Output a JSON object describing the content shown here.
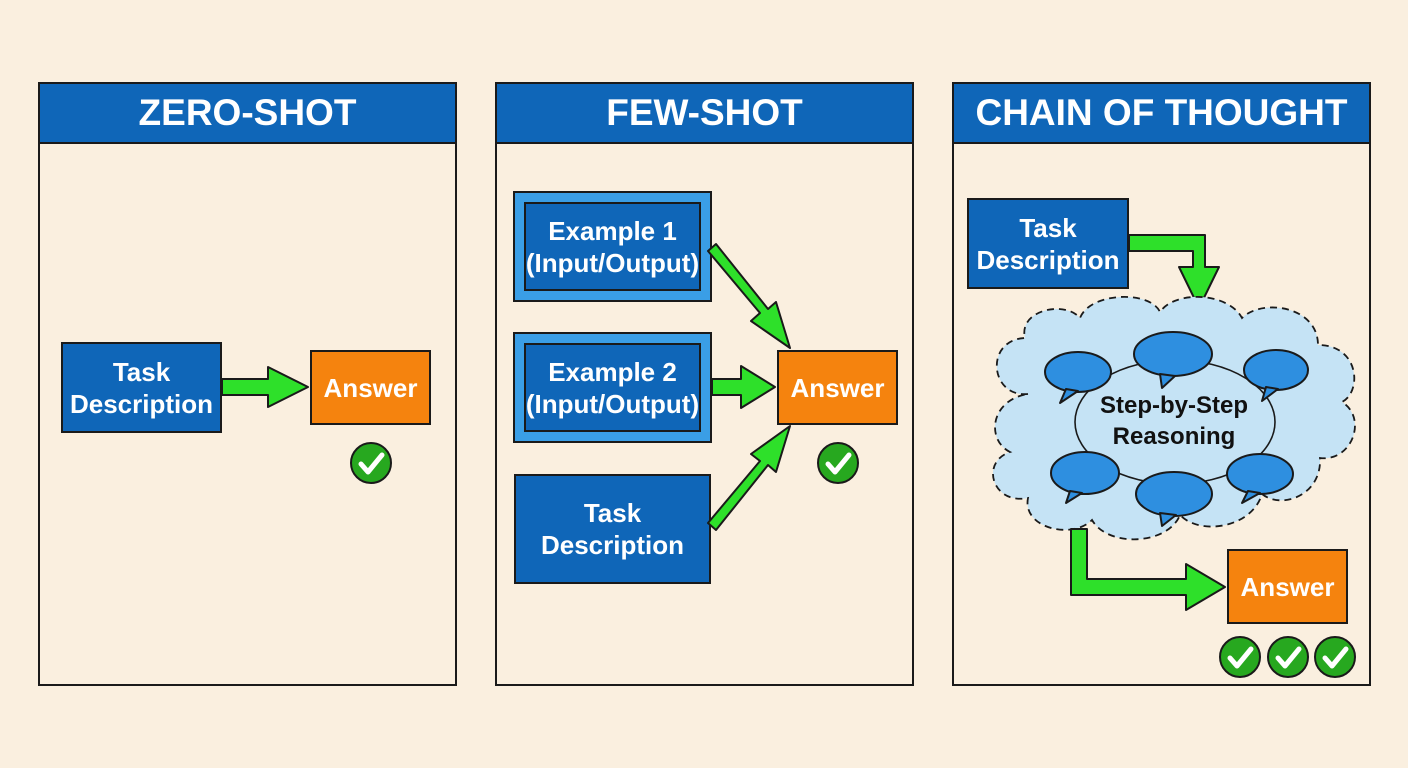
{
  "panels": {
    "zero_shot": {
      "title": "ZERO-SHOT",
      "task_label": "Task\nDescription",
      "answer_label": "Answer",
      "check_count": 1
    },
    "few_shot": {
      "title": "FEW-SHOT",
      "example1_label": "Example 1\n(Input/Output)",
      "example2_label": "Example 2\n(Input/Output)",
      "task_label": "Task\nDescription",
      "answer_label": "Answer",
      "check_count": 1
    },
    "chain_of_thought": {
      "title": "CHAIN OF THOUGHT",
      "task_label": "Task\nDescription",
      "reasoning_label": "Step-by-Step\nReasoning",
      "answer_label": "Answer",
      "check_count": 3
    }
  },
  "colors": {
    "background": "#faefdf",
    "header_blue": "#0f66b8",
    "box_blue": "#0f66b8",
    "example_frame_blue": "#3a9ee6",
    "answer_orange": "#f5830e",
    "arrow_green": "#2ee02a",
    "check_green": "#27a81f",
    "cloud_fill": "#c5e3f5",
    "bubble_blue": "#2e8fe0"
  },
  "icons": {
    "check": "check-icon",
    "speech_bubble": "speech-bubble-icon",
    "arrow": "arrow-right-icon"
  }
}
